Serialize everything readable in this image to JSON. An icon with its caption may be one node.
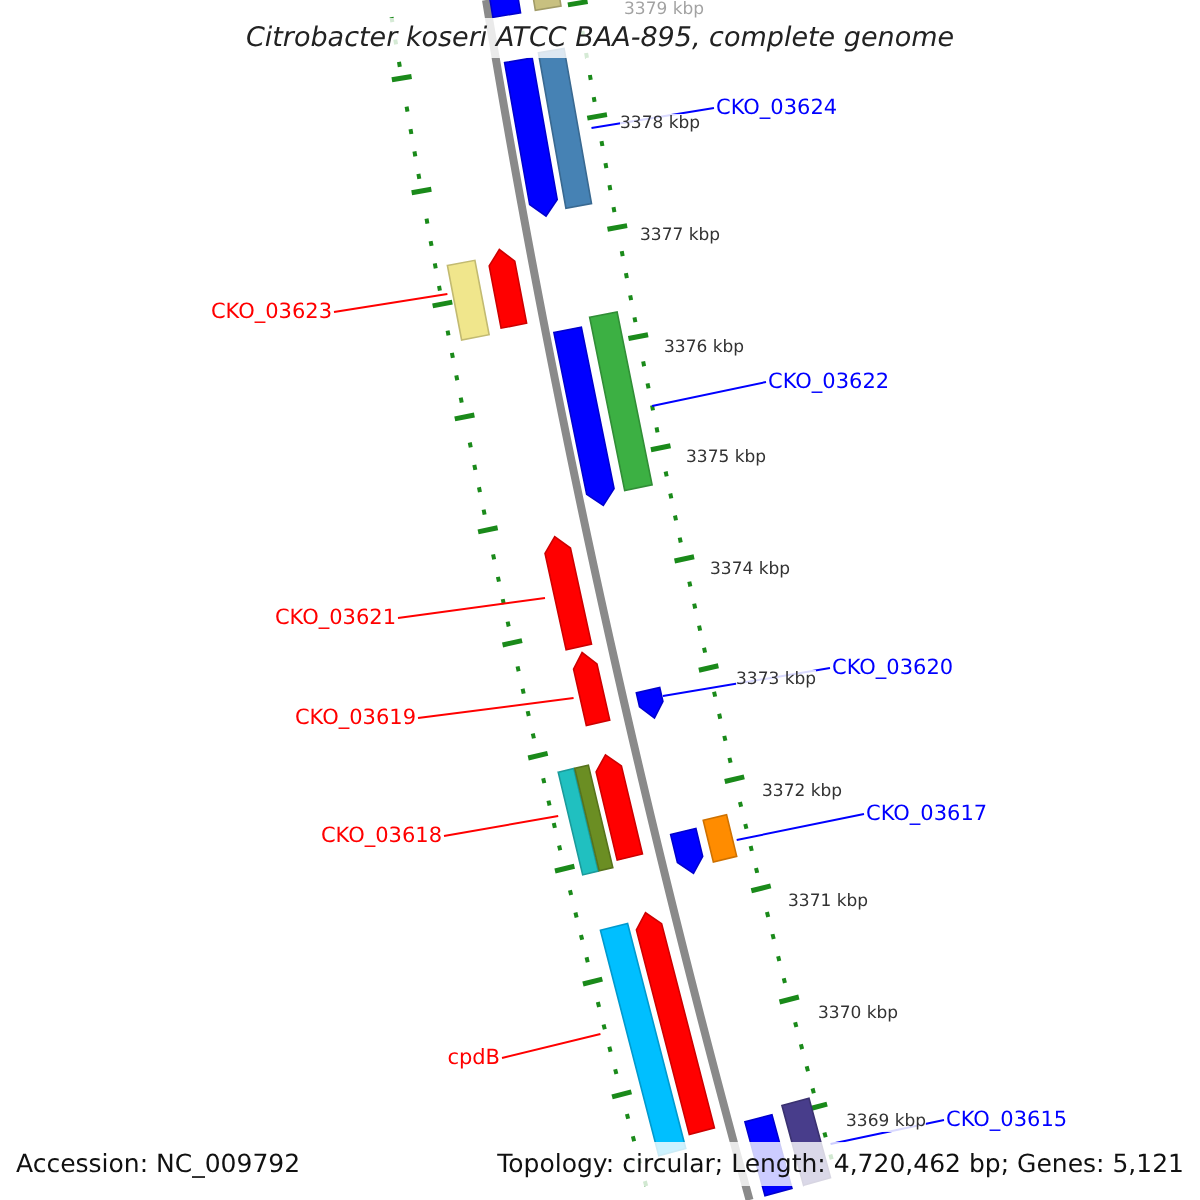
{
  "diagram": {
    "title": "Citrobacter koseri ATCC BAA-895, complete genome",
    "nodes": [
      {
        "text": [],
        "shape": "bar"
      },
      {
        "text": [],
        "shape": "bar"
      },
      {
        "text": [
          "CKO_03624"
        ]
      },
      {
        "text": [],
        "shape": "pentagon"
      },
      {
        "text": [],
        "shape": "bar"
      },
      {
        "text": [
          "CKO_03623"
        ]
      },
      {
        "text": [],
        "shape": "bar"
      },
      {
        "text": [],
        "shape": "pentagon"
      },
      {
        "text": [],
        "shape": "pentagon"
      },
      {
        "text": [],
        "shape": "bar"
      },
      {
        "text": [
          "CKO_03622"
        ]
      },
      {
        "text": [],
        "shape": "pentagon"
      },
      {
        "text": [
          "CKO_03621"
        ]
      },
      {
        "text": [],
        "shape": "pentagon"
      },
      {
        "text": [
          "CKO_03620"
        ]
      },
      {
        "text": [],
        "shape": "pentagon"
      },
      {
        "text": [
          "CKO_03619"
        ]
      },
      {
        "text": [],
        "shape": "bar"
      },
      {
        "text": [],
        "shape": "bar"
      },
      {
        "text": [],
        "shape": "pentagon"
      },
      {
        "text": [
          "CKO_03617"
        ]
      },
      {
        "text": [
          "CKO_03618"
        ]
      },
      {
        "text": [],
        "shape": "pentagon"
      },
      {
        "text": [],
        "shape": "bar"
      },
      {
        "text": [],
        "shape": "bar"
      },
      {
        "text": [],
        "shape": "pentagon"
      },
      {
        "text": [
          "cpdB"
        ]
      },
      {
        "text": [
          "CKO_03615"
        ]
      },
      {
        "text": [],
        "shape": "bar"
      },
      {
        "text": [],
        "shape": "bar"
      }
    ],
    "edges": [
      {
        "from": 2,
        "to": 4,
        "arrow": "none",
        "color": "#0000ff"
      },
      {
        "from": 5,
        "to": 6,
        "arrow": "none",
        "color": "#ff0000"
      },
      {
        "from": 10,
        "to": 9,
        "arrow": "none",
        "color": "#0000ff"
      },
      {
        "from": 12,
        "to": 11,
        "arrow": "none",
        "color": "#ff0000"
      },
      {
        "from": 14,
        "to": 15,
        "arrow": "none",
        "color": "#0000ff"
      },
      {
        "from": 16,
        "to": 13,
        "arrow": "none",
        "color": "#ff0000"
      },
      {
        "from": 21,
        "to": 17,
        "arrow": "none",
        "color": "#ff0000"
      },
      {
        "from": 20,
        "to": 23,
        "arrow": "none",
        "color": "#0000ff"
      },
      {
        "from": 26,
        "to": 24,
        "arrow": "none",
        "color": "#ff0000"
      },
      {
        "from": 27,
        "to": 29,
        "arrow": "none",
        "color": "#0000ff"
      }
    ],
    "labels": [
      "3379 kbp",
      "3378 kbp",
      "3377 kbp",
      "3376 kbp",
      "3375 kbp",
      "3374 kbp",
      "3373 kbp",
      "3372 kbp",
      "3371 kbp",
      "3370 kbp",
      "3369 kbp",
      "Accession: NC_009792",
      "Topology: circular; Length: 4,720,462 bp; Genes: 5,121"
    ]
  }
}
